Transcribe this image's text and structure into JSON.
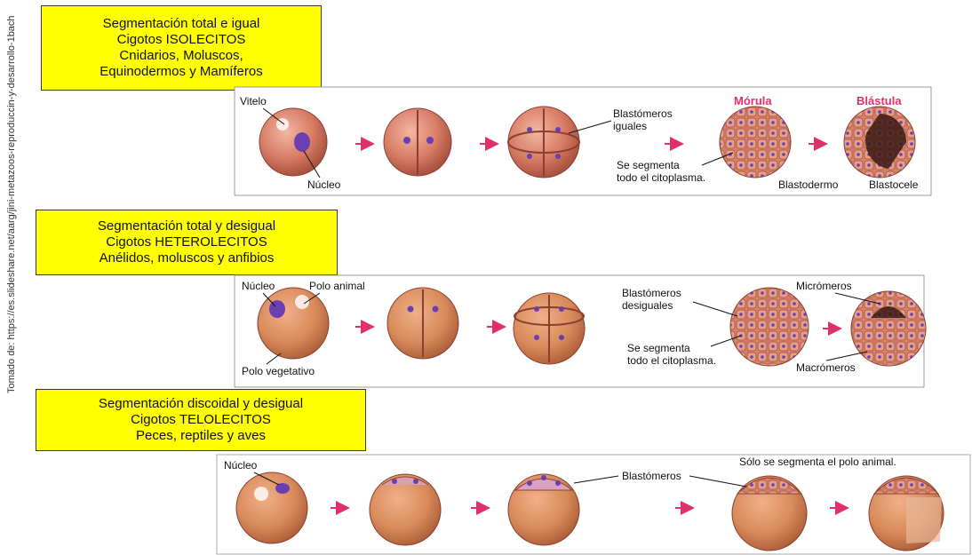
{
  "source_note": "Tomado de: https://es.slideshare.net/aarg/jini-metazoos-reproduccin-y-desarrollo-1bach",
  "sections": [
    {
      "title_lines": [
        "Segmentación total e igual",
        "Cigotos ISOLECITOS",
        "Cnidarios, Moluscos,",
        "Equinodermos y Mamíferos"
      ],
      "labels": {
        "vitelo": "Vitelo",
        "nucleo": "Núcleo",
        "blastomeros": "Blastómeros",
        "iguales": "iguales",
        "se_segmenta": "Se segmenta",
        "todo_citoplasma": "todo el citoplasma.",
        "morula": "Mórula",
        "blastula": "Blástula",
        "blastodermo": "Blastodermo",
        "blastocele": "Blastocele"
      }
    },
    {
      "title_lines": [
        "Segmentación total y desigual",
        "Cigotos HETEROLECITOS",
        "Anélidos, moluscos y anfibios"
      ],
      "labels": {
        "nucleo": "Núcleo",
        "polo_animal": "Polo animal",
        "polo_vegetativo": "Polo vegetativo",
        "blastomeros": "Blastómeros",
        "desiguales": "desiguales",
        "se_segmenta": "Se segmenta",
        "todo_citoplasma": "todo el citoplasma.",
        "micromeros": "Micrómeros",
        "macromeros": "Macrómeros"
      }
    },
    {
      "title_lines": [
        "Segmentación discoidal y desigual",
        "Cigotos TELOLECITOS",
        "Peces, reptiles y aves"
      ],
      "labels": {
        "nucleo": "Núcleo",
        "blastomeros": "Blastómeros",
        "solo_polo": "Sólo se segmenta el polo animal."
      }
    }
  ],
  "colors": {
    "title_bg": "#ffff00",
    "arrow": "#e0306a",
    "cell": "#c8705a",
    "nucleus": "#6a3fb0"
  }
}
